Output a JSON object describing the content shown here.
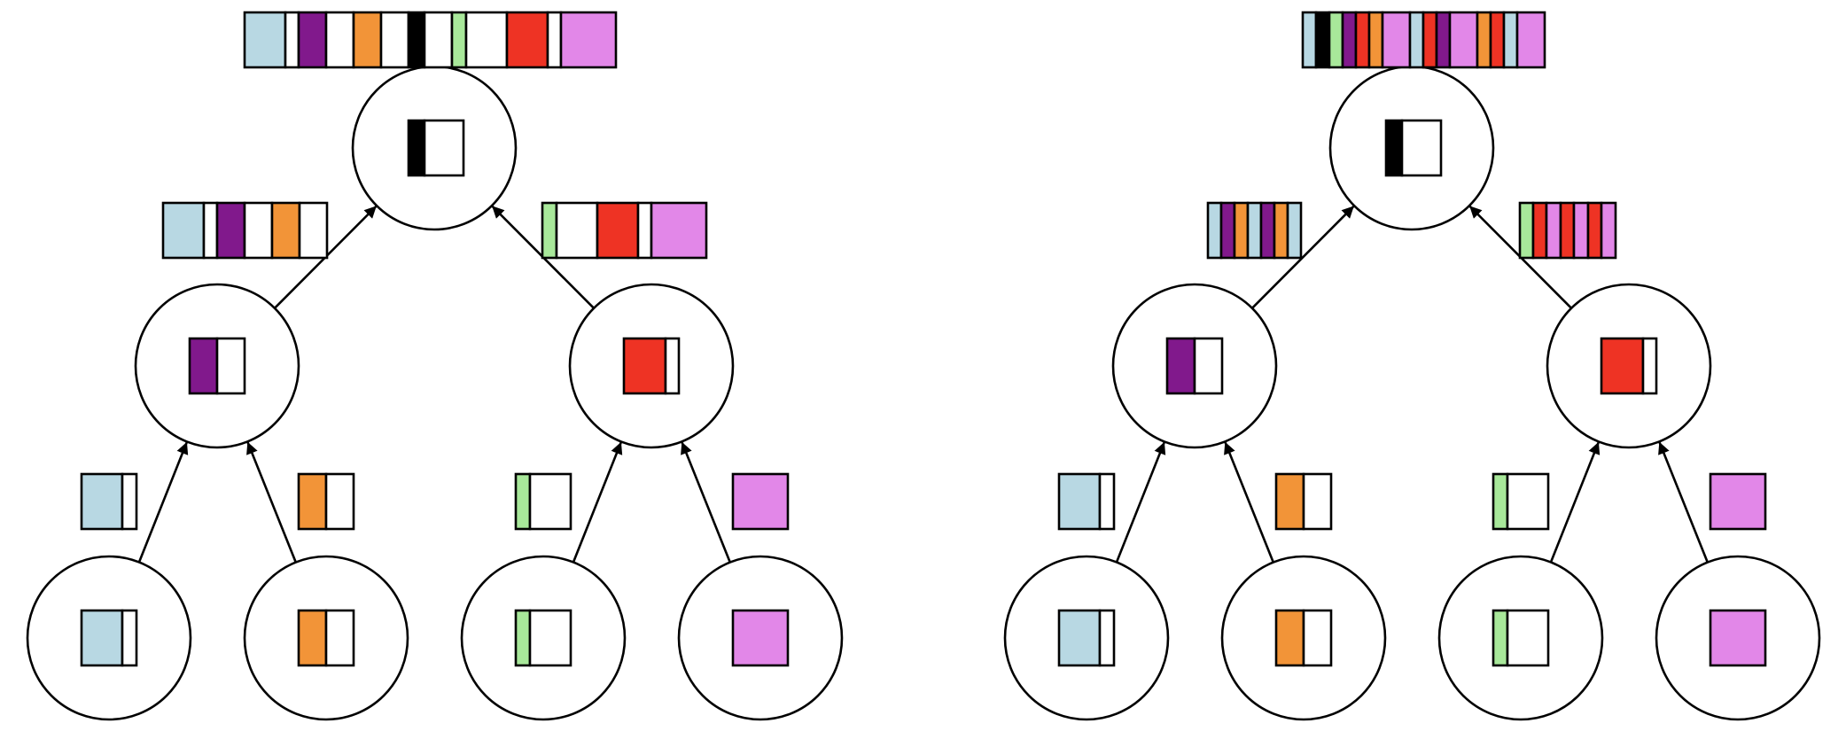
{
  "colors": {
    "lightblue": "#b8d8e3",
    "purple": "#81198c",
    "orange": "#f29438",
    "black": "#000000",
    "green": "#a8e89a",
    "red": "#ee3324",
    "pink": "#e287e8",
    "white": "#ffffff"
  },
  "diagrams": [
    {
      "name": "left-tree",
      "nodes": {
        "root": [
          "black",
          "white"
        ],
        "mid-left": [
          "purple",
          "white"
        ],
        "mid-right": [
          "red",
          "white"
        ],
        "leaf-1": [
          "lightblue",
          "white"
        ],
        "leaf-2": [
          "orange",
          "white"
        ],
        "leaf-3": [
          "green",
          "white"
        ],
        "leaf-4": [
          "pink"
        ]
      },
      "edges": {
        "root-top": [
          "lightblue",
          "white",
          "purple",
          "white",
          "orange",
          "white",
          "black",
          "white",
          "green",
          "white",
          "red",
          "white",
          "pink"
        ],
        "mid-left-to-root": [
          "lightblue",
          "white",
          "purple",
          "white",
          "orange",
          "white"
        ],
        "mid-right-to-root": [
          "green",
          "white",
          "red",
          "white",
          "pink"
        ],
        "leaf-1-to-mid-left": [
          "lightblue",
          "white"
        ],
        "leaf-2-to-mid-left": [
          "orange",
          "white"
        ],
        "leaf-3-to-mid-right": [
          "green",
          "white"
        ],
        "leaf-4-to-mid-right": [
          "pink"
        ]
      }
    },
    {
      "name": "right-tree",
      "nodes": {
        "root": [
          "black",
          "white"
        ],
        "mid-left": [
          "purple",
          "white"
        ],
        "mid-right": [
          "red",
          "white"
        ],
        "leaf-1": [
          "lightblue",
          "white"
        ],
        "leaf-2": [
          "orange",
          "white"
        ],
        "leaf-3": [
          "green",
          "white"
        ],
        "leaf-4": [
          "pink"
        ]
      },
      "edges": {
        "root-top": [
          "lightblue",
          "black",
          "green",
          "purple",
          "red",
          "orange",
          "pink",
          "lightblue",
          "red",
          "purple",
          "pink",
          "orange",
          "red",
          "lightblue",
          "pink"
        ],
        "mid-left-to-root": [
          "lightblue",
          "purple",
          "orange",
          "lightblue",
          "purple",
          "orange",
          "lightblue"
        ],
        "mid-right-to-root": [
          "green",
          "red",
          "pink",
          "red",
          "pink",
          "red",
          "pink"
        ],
        "leaf-1-to-mid-left": [
          "lightblue",
          "white"
        ],
        "leaf-2-to-mid-left": [
          "orange",
          "white"
        ],
        "leaf-3-to-mid-right": [
          "green",
          "white"
        ],
        "leaf-4-to-mid-right": [
          "pink"
        ]
      }
    }
  ]
}
